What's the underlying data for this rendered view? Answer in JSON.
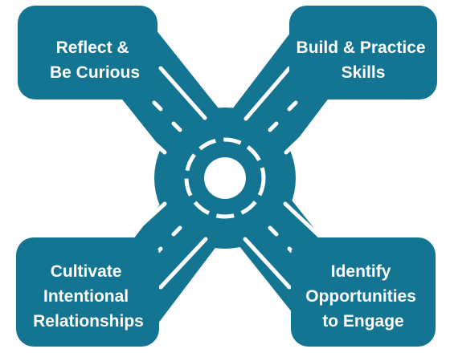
{
  "colors": {
    "teal": "#137591",
    "white": "#ffffff"
  },
  "boxes": {
    "top_left": {
      "lines": [
        "Reflect &",
        "Be Curious"
      ]
    },
    "top_right": {
      "lines": [
        "Build & Practice",
        "Skills"
      ]
    },
    "bottom_left": {
      "lines": [
        "Cultivate",
        "Intentional",
        "Relationships"
      ]
    },
    "bottom_right": {
      "lines": [
        "Identify",
        "Opportunities",
        "to Engage"
      ]
    }
  }
}
